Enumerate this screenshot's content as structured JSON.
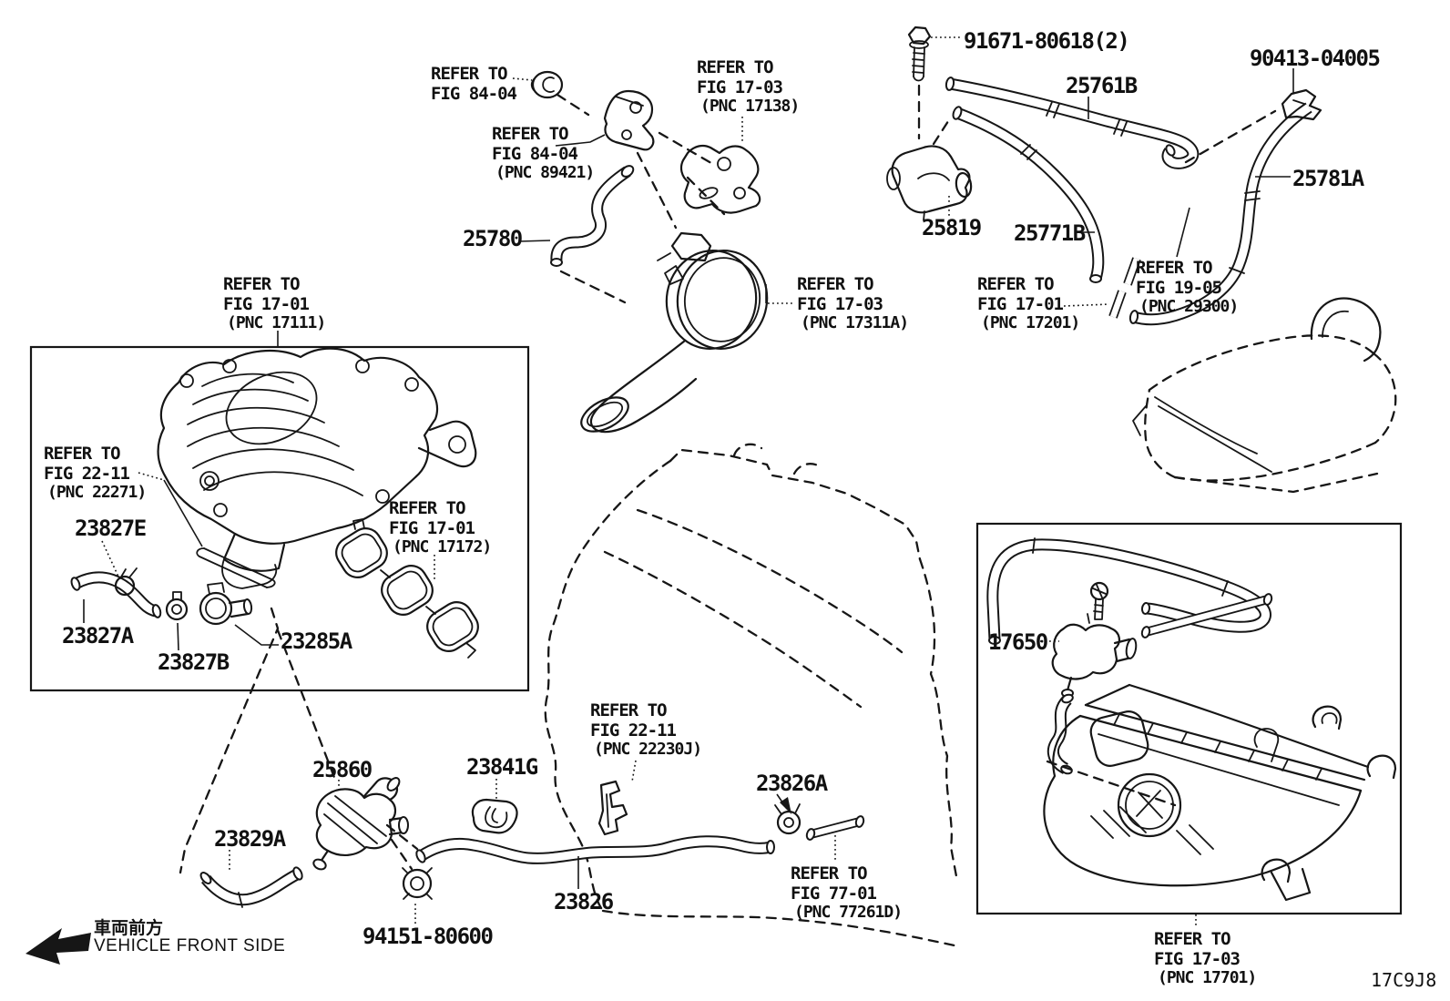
{
  "style": {
    "ink": "#161616",
    "bg": "#ffffff"
  },
  "diagram": {
    "code": "17C9J8"
  },
  "orientation": {
    "jp": "車両前方",
    "en": "VEHICLE FRONT SIDE"
  },
  "parts": {
    "p91671": "91671-80618(2)",
    "p90413": "90413-04005",
    "p25761B": "25761B",
    "p25781A": "25781A",
    "p25819": "25819",
    "p25771B": "25771B",
    "p25780": "25780",
    "p23827E": "23827E",
    "p23827A": "23827A",
    "p23827B": "23827B",
    "p23285A": "23285A",
    "p17650": "17650",
    "p25860": "25860",
    "p23841G": "23841G",
    "p23826A": "23826A",
    "p23829A": "23829A",
    "p94151": "94151-80600",
    "p23826": "23826"
  },
  "refs": {
    "fig8404a": {
      "l1": "REFER TO",
      "l2": "FIG 84-04"
    },
    "fig8404b": {
      "l1": "REFER TO",
      "l2": "FIG 84-04",
      "l3": "(PNC 89421)"
    },
    "fig1703_17138": {
      "l1": "REFER TO",
      "l2": "FIG 17-03",
      "l3": "(PNC 17138)"
    },
    "fig1703_17311A": {
      "l1": "REFER TO",
      "l2": "FIG 17-03",
      "l3": "(PNC 17311A)"
    },
    "fig1701_17201": {
      "l1": "REFER TO",
      "l2": "FIG 17-01",
      "l3": "(PNC 17201)"
    },
    "fig1905_29300": {
      "l1": "REFER TO",
      "l2": "FIG 19-05",
      "l3": "(PNC 29300)"
    },
    "fig1701_17111": {
      "l1": "REFER TO",
      "l2": "FIG 17-01",
      "l3": "(PNC 17111)"
    },
    "fig2211_22271": {
      "l1": "REFER TO",
      "l2": "FIG 22-11",
      "l3": "(PNC 22271)"
    },
    "fig1701_17172": {
      "l1": "REFER TO",
      "l2": "FIG 17-01",
      "l3": "(PNC 17172)"
    },
    "fig2211_22230J": {
      "l1": "REFER TO",
      "l2": "FIG 22-11",
      "l3": "(PNC 22230J)"
    },
    "fig7701_77261D": {
      "l1": "REFER TO",
      "l2": "FIG 77-01",
      "l3": "(PNC 77261D)"
    },
    "fig1703_17701": {
      "l1": "REFER TO",
      "l2": "FIG 17-03",
      "l3": "(PNC 17701)"
    }
  }
}
